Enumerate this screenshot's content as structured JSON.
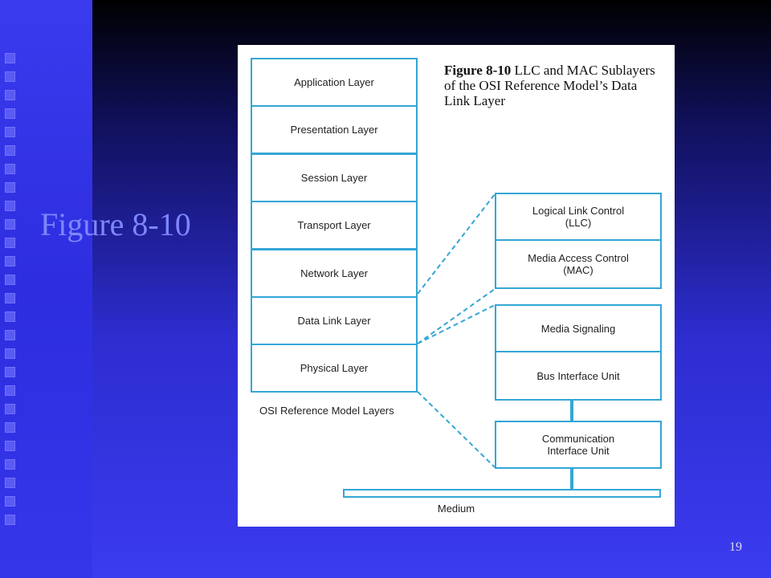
{
  "slide": {
    "title": "Figure 8-10",
    "page_number": "19"
  },
  "figure": {
    "caption_label": "Figure 8-10",
    "caption_text": "LLC and MAC Sublayers of the OSI Reference Model’s Data Link Layer",
    "osi_layers": [
      "Application Layer",
      "Presentation Layer",
      "Session Layer",
      "Transport Layer",
      "Network Layer",
      "Data Link Layer",
      "Physical Layer"
    ],
    "osi_label": "OSI Reference Model Layers",
    "data_link_sublayers": [
      "Logical Link Control\n(LLC)",
      "Media Access Control\n(MAC)"
    ],
    "physical_sublayers": [
      "Media Signaling",
      "Bus Interface Unit"
    ],
    "communication_unit": "Communication\nInterface Unit",
    "medium_label": "Medium"
  },
  "colors": {
    "accent_line": "#34a6d6",
    "title_color": "#7d86ff"
  }
}
